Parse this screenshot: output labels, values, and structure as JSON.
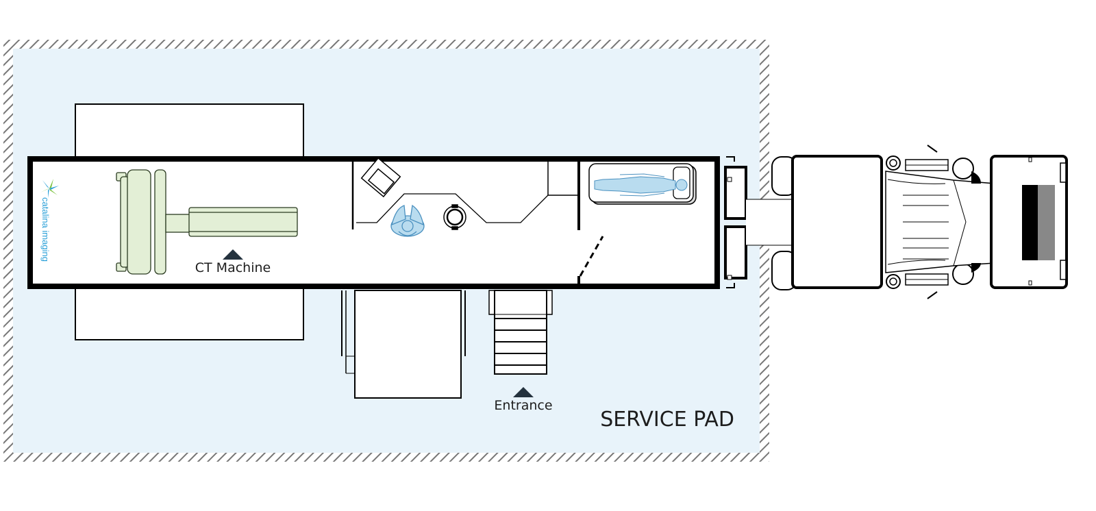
{
  "labels": {
    "ct_machine": "CT Machine",
    "entrance": "Entrance",
    "service_pad": "SERVICE PAD"
  },
  "logo": {
    "text": "catalina imaging",
    "colors": [
      "#2aa0d8",
      "#7cc242"
    ]
  },
  "colors": {
    "pad_fill": "#e8f3fa",
    "hatch": "#777777",
    "wall": "#000000",
    "ct_fill": "#e3efd6",
    "ct_stroke": "#2a3a20",
    "person_fill": "#b9dcef",
    "person_stroke": "#4a90bf",
    "marker": "#24323e"
  }
}
